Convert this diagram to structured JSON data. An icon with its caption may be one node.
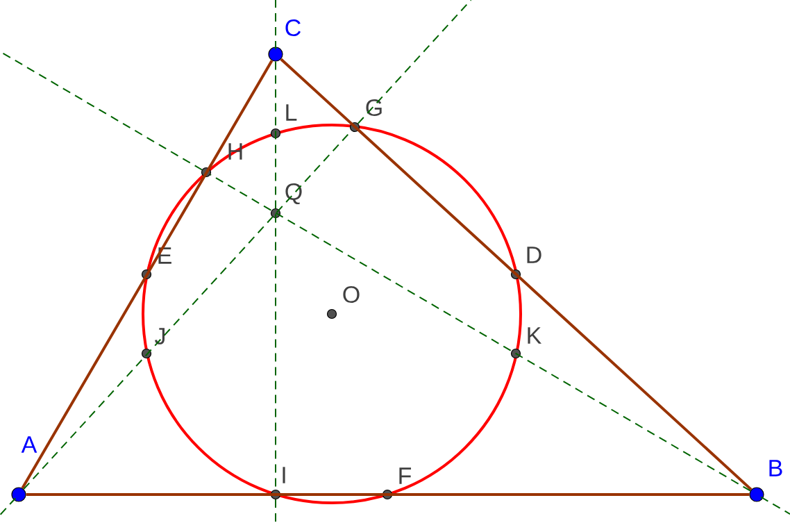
{
  "diagram": {
    "nodes": [
      {
        "text": [
          "C"
        ]
      },
      {
        "text": [
          "L"
        ]
      },
      {
        "text": [
          "G"
        ]
      },
      {
        "text": [
          "H"
        ]
      },
      {
        "text": [
          "Q"
        ]
      },
      {
        "text": [
          "E"
        ]
      },
      {
        "text": [
          "D"
        ]
      },
      {
        "text": [
          "O"
        ]
      },
      {
        "text": [
          "J"
        ]
      },
      {
        "text": [
          "K"
        ]
      },
      {
        "text": [
          "A"
        ]
      },
      {
        "text": [
          "I"
        ]
      },
      {
        "text": [
          "F"
        ]
      },
      {
        "text": [
          "B"
        ]
      }
    ],
    "edges": [
      {
        "from": 10,
        "to": 13,
        "arrow": "none",
        "style": "thick"
      },
      {
        "from": 13,
        "to": 0,
        "arrow": "none",
        "style": "thick"
      },
      {
        "from": 0,
        "to": 10,
        "arrow": "none",
        "style": "thick"
      },
      {
        "from": 0,
        "to": 11,
        "arrow": "none",
        "style": "dashed",
        "color": "#006400"
      },
      {
        "from": 10,
        "to": 2,
        "arrow": "none",
        "style": "dashed",
        "color": "#006400"
      },
      {
        "from": 13,
        "to": 3,
        "arrow": "none",
        "style": "dashed",
        "color": "#006400"
      }
    ]
  }
}
